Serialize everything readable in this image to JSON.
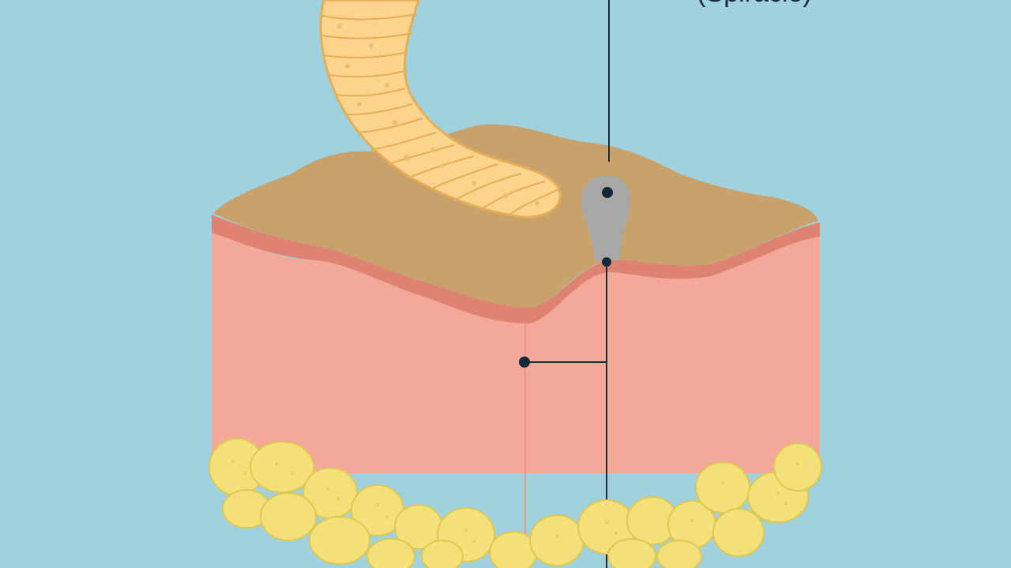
{
  "labels": {
    "spiracle": "(Spiracle)"
  },
  "colors": {
    "background": "#9fd1df",
    "skin": "#f4a89a",
    "skin_edge": "#e7968a",
    "skin_rim": "#de8371",
    "scab": "#c9a26b",
    "larva": "#fcd48d",
    "larva_outline": "#e6ad57",
    "spiracle": "#a8a8a6",
    "fat": "#f3e07a",
    "fat_outline": "#e0c84f",
    "pointer_line": "#1c2a36",
    "pointer_dot": "#13283a"
  },
  "icons": {
    "larva": "maggot-larva-illustration",
    "fat": "fat-cell-globules"
  }
}
